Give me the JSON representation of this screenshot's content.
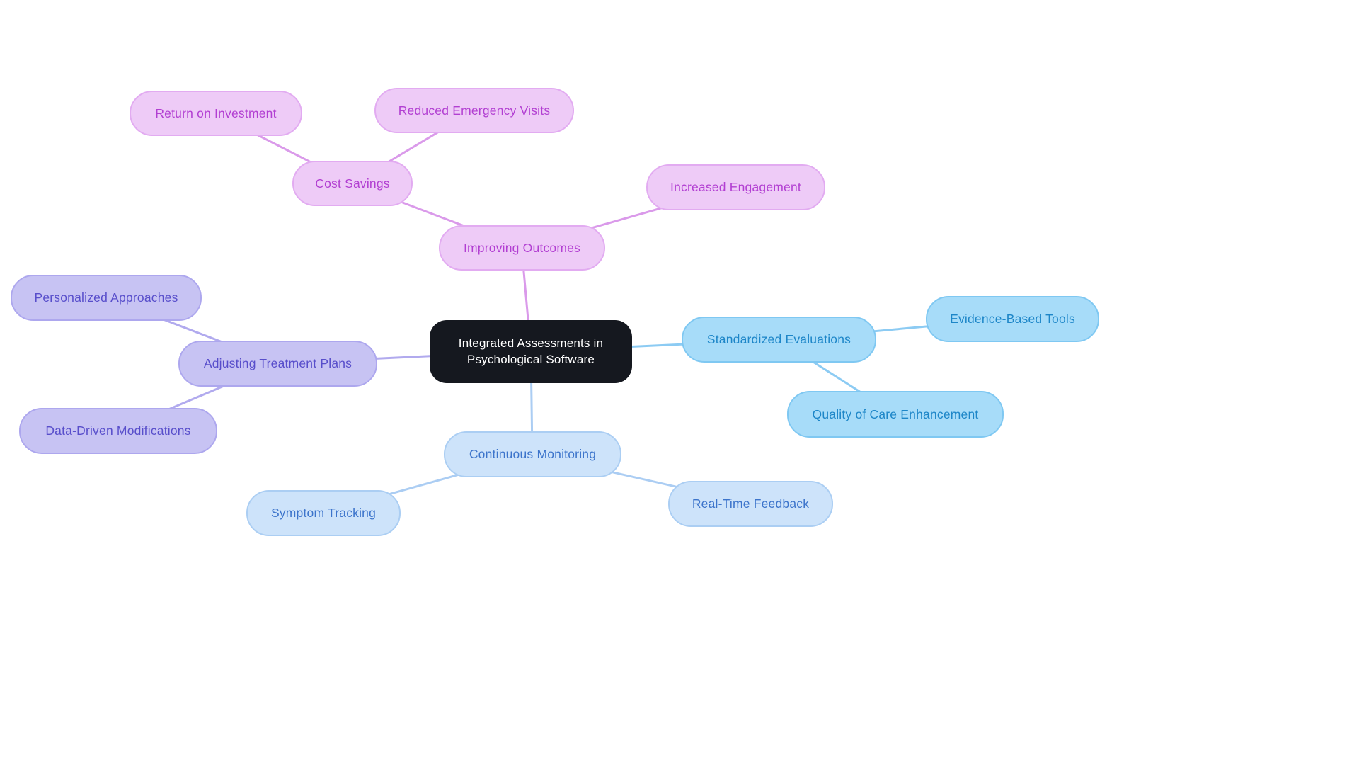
{
  "mindmap": {
    "root": {
      "label": "Integrated Assessments in Psychological Software"
    },
    "branches": [
      {
        "label": "Improving Outcomes",
        "theme": {
          "fill": "#eecbf7",
          "border": "#e2abf1",
          "text": "#b23fd2",
          "line": "#da9aea"
        },
        "children": [
          {
            "label": "Cost Savings",
            "children": [
              {
                "label": "Return on Investment"
              },
              {
                "label": "Reduced Emergency Visits"
              }
            ]
          },
          {
            "label": "Increased Engagement"
          }
        ]
      },
      {
        "label": "Adjusting Treatment Plans",
        "theme": {
          "fill": "#c7c3f3",
          "border": "#ada7ee",
          "text": "#584ecb",
          "line": "#b1aaee"
        },
        "children": [
          {
            "label": "Personalized Approaches"
          },
          {
            "label": "Data-Driven Modifications"
          }
        ]
      },
      {
        "label": "Standardized Evaluations",
        "theme": {
          "fill": "#a7dcf9",
          "border": "#7fc8f2",
          "text": "#1d86c8",
          "line": "#8ccbf3"
        },
        "children": [
          {
            "label": "Evidence-Based Tools"
          },
          {
            "label": "Quality of Care Enhancement"
          }
        ]
      },
      {
        "label": "Continuous Monitoring",
        "theme": {
          "fill": "#cde3fa",
          "border": "#abcef3",
          "text": "#3c74cb",
          "line": "#abcdf3"
        },
        "children": [
          {
            "label": "Symptom Tracking"
          },
          {
            "label": "Real-Time Feedback"
          }
        ]
      }
    ],
    "root_theme": {
      "fill": "#15181f",
      "text": "#ffffff"
    }
  }
}
